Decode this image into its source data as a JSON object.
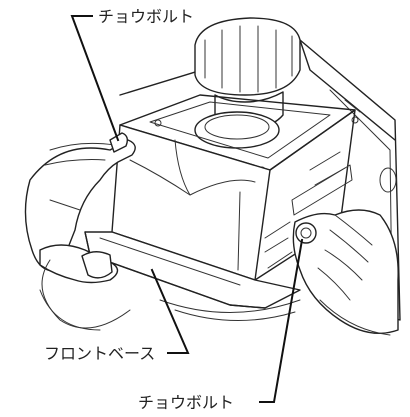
{
  "labels": {
    "top_bolt": "チョウボルト",
    "front_base": "フロントベース",
    "bottom_bolt": "チョウボルト"
  }
}
